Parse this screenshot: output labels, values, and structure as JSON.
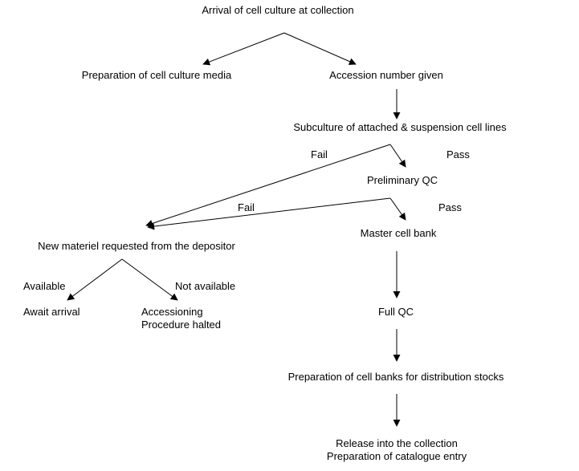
{
  "diagram": {
    "nodes": {
      "arrival": "Arrival of cell culture at collection",
      "media": "Preparation of cell culture media",
      "accession": "Accession number given",
      "subculture": "Subculture of attached & suspension cell lines",
      "prelim_qc": "Preliminary QC",
      "new_material": "New materiel requested from the depositor",
      "master_bank": "Master cell bank",
      "await_arrival": "Await arrival",
      "halted_line1": "Accessioning",
      "halted_line2": "Procedure halted",
      "full_qc": "Full QC",
      "distribution": "Preparation of cell banks for distribution stocks",
      "release_line1": "Release into the collection",
      "release_line2": "Preparation of catalogue entry"
    },
    "edge_labels": {
      "fail_1": "Fail",
      "pass_1": "Pass",
      "fail_2": "Fail",
      "pass_2": "Pass",
      "available": "Available",
      "not_available": "Not available"
    },
    "colors": {
      "line": "#000000",
      "text": "#000000",
      "background": "#ffffff"
    }
  }
}
